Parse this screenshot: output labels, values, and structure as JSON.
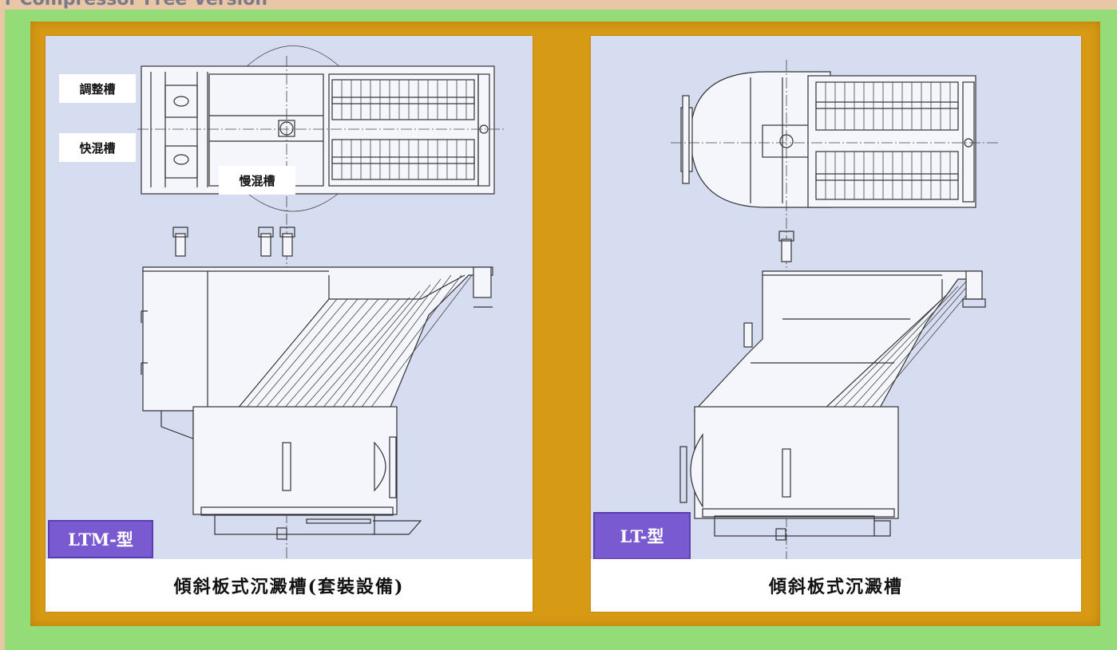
{
  "watermark": "r Compressor Free Version",
  "panels": [
    {
      "model": "LTM-型",
      "caption": "傾斜板式沉澱槽(套裝設備)",
      "labels": [
        "調整槽",
        "快混槽",
        "慢混槽"
      ]
    },
    {
      "model": "LT-型",
      "caption": "傾斜板式沉澱槽"
    }
  ],
  "colors": {
    "outer_frame": "#94dc78",
    "board": "#d79a14",
    "badge": "#7a5ad0",
    "paper": "#d7ddf0"
  }
}
